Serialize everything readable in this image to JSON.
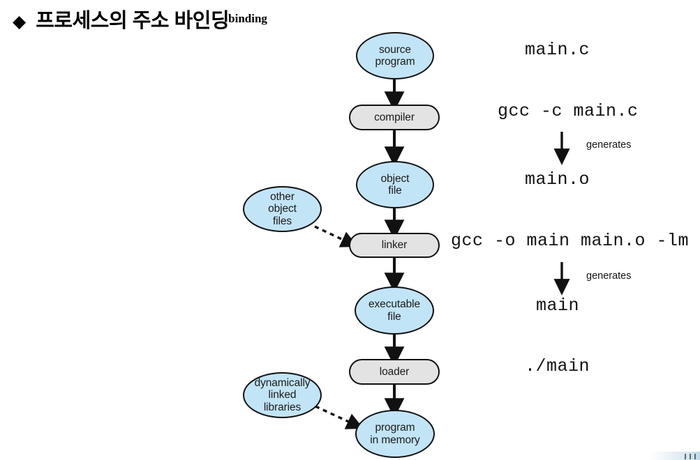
{
  "slide": {
    "bullet_glyph": "◆",
    "title_main": "프로세스의 주소 바인딩",
    "title_superscript": "binding",
    "background": "#ffffff"
  },
  "palette": {
    "ellipse_fill": "#c2e4f7",
    "pill_fill": "#e3e3e3",
    "stroke": "#111111",
    "text": "#1a1a1a"
  },
  "diagram": {
    "type": "flowchart",
    "nodes": [
      {
        "id": "source-program",
        "shape": "ellipse",
        "line1": "source",
        "line2": "program"
      },
      {
        "id": "compiler",
        "shape": "pill",
        "line1": "compiler",
        "line2": ""
      },
      {
        "id": "object-file",
        "shape": "ellipse",
        "line1": "object",
        "line2": "file"
      },
      {
        "id": "other-object-files",
        "shape": "ellipse",
        "line1": "other",
        "line2": "object",
        "line3": "files"
      },
      {
        "id": "linker",
        "shape": "pill",
        "line1": "linker",
        "line2": ""
      },
      {
        "id": "executable-file",
        "shape": "ellipse",
        "line1": "executable",
        "line2": "file"
      },
      {
        "id": "loader",
        "shape": "pill",
        "line1": "loader",
        "line2": ""
      },
      {
        "id": "dynamically-linked-libraries",
        "shape": "ellipse",
        "line1": "dynamically",
        "line2": "linked",
        "line3": "libraries"
      },
      {
        "id": "program-in-memory",
        "shape": "ellipse",
        "line1": "program",
        "line2": "in memory"
      }
    ],
    "edges": [
      {
        "from": "source-program",
        "to": "compiler",
        "style": "solid"
      },
      {
        "from": "compiler",
        "to": "object-file",
        "style": "solid"
      },
      {
        "from": "object-file",
        "to": "linker",
        "style": "solid"
      },
      {
        "from": "other-object-files",
        "to": "linker",
        "style": "dashed"
      },
      {
        "from": "linker",
        "to": "executable-file",
        "style": "solid"
      },
      {
        "from": "executable-file",
        "to": "loader",
        "style": "solid"
      },
      {
        "from": "loader",
        "to": "program-in-memory",
        "style": "solid"
      },
      {
        "from": "dynamically-linked-libraries",
        "to": "program-in-memory",
        "style": "dashed"
      }
    ]
  },
  "code_column": {
    "main_c": "main.c",
    "gcc_compile": "gcc -c main.c",
    "generates_1": "generates",
    "main_o": "main.o",
    "gcc_link": "gcc -o main main.o -lm",
    "generates_2": "generates",
    "main": "main",
    "run_main": "./main"
  }
}
